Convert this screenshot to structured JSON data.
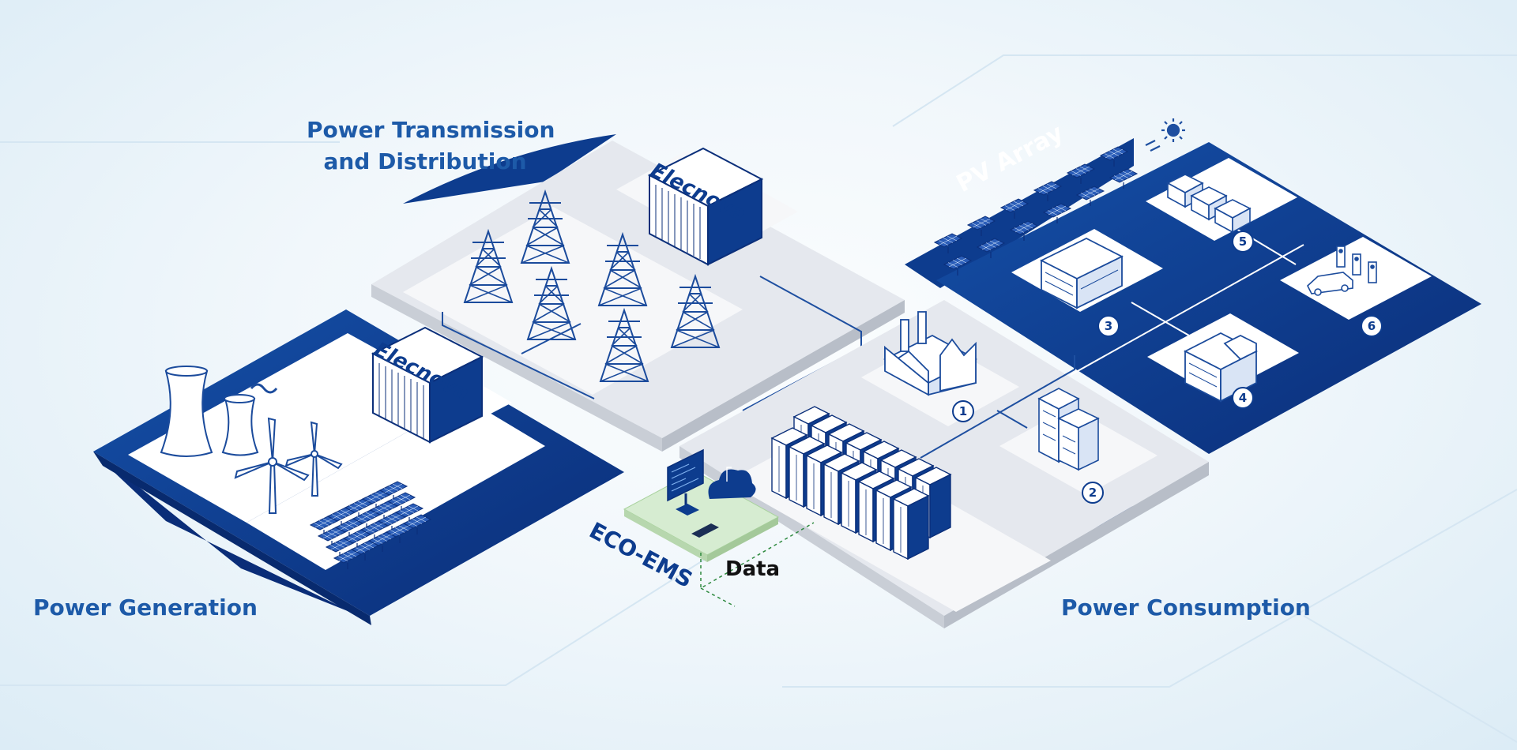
{
  "labels": {
    "power_generation": "Power Generation",
    "power_transmission_line1": "Power Transmission",
    "power_transmission_line2": "and Distribution",
    "pv_array": "PV Array",
    "power_consumption": "Power Consumption",
    "eco_ems": "ECO-EMS",
    "data": "Data"
  },
  "brand": {
    "container_label_generation": "Elecnova",
    "container_label_transmission": "Elecnova"
  },
  "consumption_nodes": [
    "1",
    "2",
    "3",
    "4",
    "5",
    "6"
  ],
  "colors": {
    "platform_blue": "#0d3c8e",
    "platform_blue_dark": "#082a6e",
    "platform_gray": "#e4e7ec",
    "label_blue": "#1d5aa8",
    "eco_green": "#d6ecd1",
    "line_blue": "#1e4fa0"
  },
  "icons": [
    "cooling-tower-icon",
    "wind-turbine-icon",
    "solar-panel-icon",
    "transmission-tower-icon",
    "battery-container-icon",
    "factory-icon",
    "office-building-icon",
    "house-icon",
    "ev-charger-icon",
    "car-icon",
    "sun-icon",
    "monitor-icon",
    "cloud-icon",
    "server-cabinet-icon"
  ]
}
